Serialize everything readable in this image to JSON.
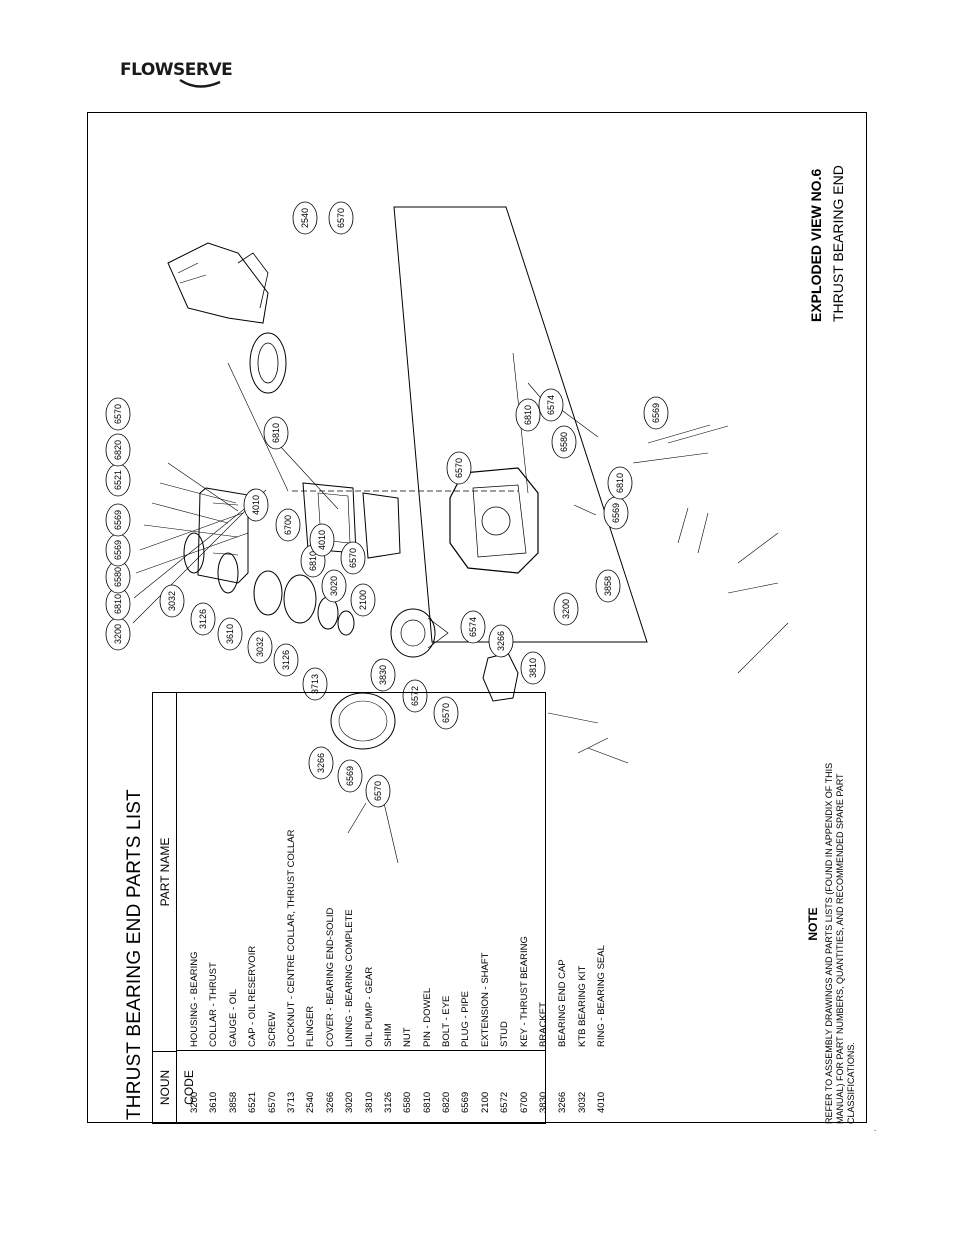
{
  "header": {
    "logo_text": "FLOWSERVE"
  },
  "parts_list": {
    "title": "THRUST BEARING END PARTS LIST",
    "col_code": "NOUN CODE",
    "col_name": "PART NAME",
    "rows": [
      {
        "code": "3200",
        "name": "HOUSING - BEARING"
      },
      {
        "code": "3610",
        "name": "COLLAR - THRUST"
      },
      {
        "code": "3858",
        "name": "GAUGE - OIL"
      },
      {
        "code": "6521",
        "name": "CAP - OIL RESERVOIR"
      },
      {
        "code": "6570",
        "name": "SCREW"
      },
      {
        "code": "3713",
        "name": "LOCKNUT - CENTRE COLLAR, THRUST COLLAR"
      },
      {
        "code": "2540",
        "name": "FLINGER"
      },
      {
        "code": "3266",
        "name": "COVER - BEARING END-SOLID"
      },
      {
        "code": "3020",
        "name": "LINING - BEARING COMPLETE"
      },
      {
        "code": "3810",
        "name": "OIL PUMP - GEAR"
      },
      {
        "code": "3126",
        "name": "SHIM"
      },
      {
        "code": "6580",
        "name": "NUT"
      },
      {
        "code": "6810",
        "name": "PIN - DOWEL"
      },
      {
        "code": "6820",
        "name": "BOLT - EYE"
      },
      {
        "code": "6569",
        "name": "PLUG - PIPE"
      },
      {
        "code": "2100",
        "name": "EXTENSION - SHAFT"
      },
      {
        "code": "6572",
        "name": "STUD"
      },
      {
        "code": "6700",
        "name": "KEY - THRUST BEARING"
      },
      {
        "code": "3830",
        "name": "BRACKET"
      },
      {
        "code": "3266",
        "name": "BEARING END CAP"
      },
      {
        "code": "3032",
        "name": "KTB BEARING KIT"
      },
      {
        "code": "4010",
        "name": "RING - BEARING SEAL"
      }
    ]
  },
  "note": {
    "heading": "NOTE",
    "text": "REFER TO ASSEMBLY DRAWINGS AND PARTS LISTS (FOUND IN APPENDIX OF THIS MANUAL) FOR PART NUMBERS, QUANTITIES, AND RECOMMENDED SPARE PART CLASSIFICATIONS."
  },
  "view": {
    "title": "EXPLODED VIEW NO.6",
    "subtitle": "THRUST BEARING END"
  },
  "callouts": [
    "3200",
    "6810",
    "6580",
    "6569",
    "6569",
    "6521",
    "6820",
    "6570",
    "6810",
    "6810",
    "3020",
    "6570",
    "2540",
    "6570",
    "6810",
    "6574",
    "6580",
    "3200",
    "3858",
    "6569",
    "6810",
    "6569",
    "6574",
    "3266",
    "3810",
    "6570",
    "6572",
    "3830",
    "2100",
    "6570",
    "4010",
    "6700",
    "4010",
    "3713",
    "3126",
    "3032",
    "3610",
    "3126",
    "3032",
    "3266",
    "6569",
    "6570"
  ],
  "end_mark": "."
}
